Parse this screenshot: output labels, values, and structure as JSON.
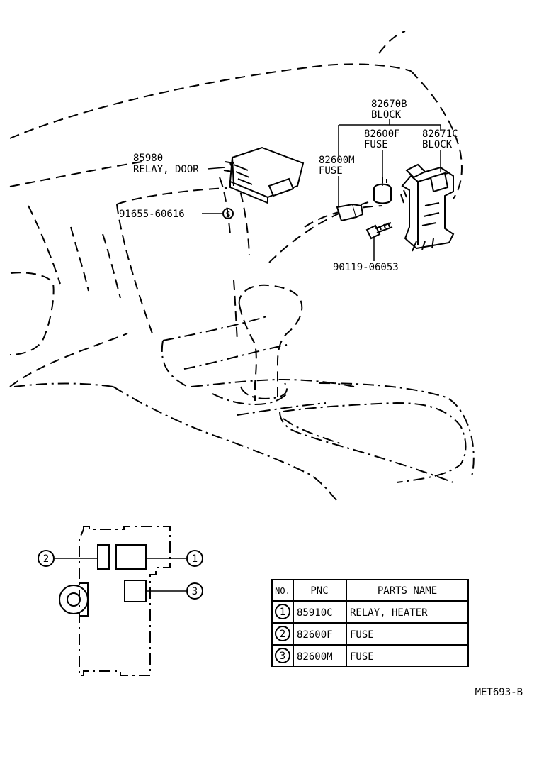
{
  "callouts": {
    "relay_door_pnc": "85980",
    "relay_door_name": "RELAY, DOOR",
    "screw_pnc": "91655-60616",
    "screw_symbol": "S",
    "block_main_pnc": "82670B",
    "block_main_name": "BLOCK",
    "fuse_f_pnc": "82600F",
    "fuse_f_name": "FUSE",
    "block_c_pnc": "82671C",
    "block_c_name": "BLOCK",
    "fuse_m_pnc": "82600M",
    "fuse_m_name": "FUSE",
    "bolt_pnc": "90119-06053"
  },
  "detail": {
    "marker_1": "1",
    "marker_2": "2",
    "marker_3": "3"
  },
  "parts_table": {
    "headers": {
      "no": "NO.",
      "pnc": "PNC",
      "name": "PARTS NAME"
    },
    "rows": [
      {
        "no": "1",
        "pnc": "85910C",
        "name": "RELAY, HEATER"
      },
      {
        "no": "2",
        "pnc": "82600F",
        "name": "FUSE"
      },
      {
        "no": "3",
        "pnc": "82600M",
        "name": "FUSE"
      }
    ]
  },
  "figure_code": "MET693-B"
}
